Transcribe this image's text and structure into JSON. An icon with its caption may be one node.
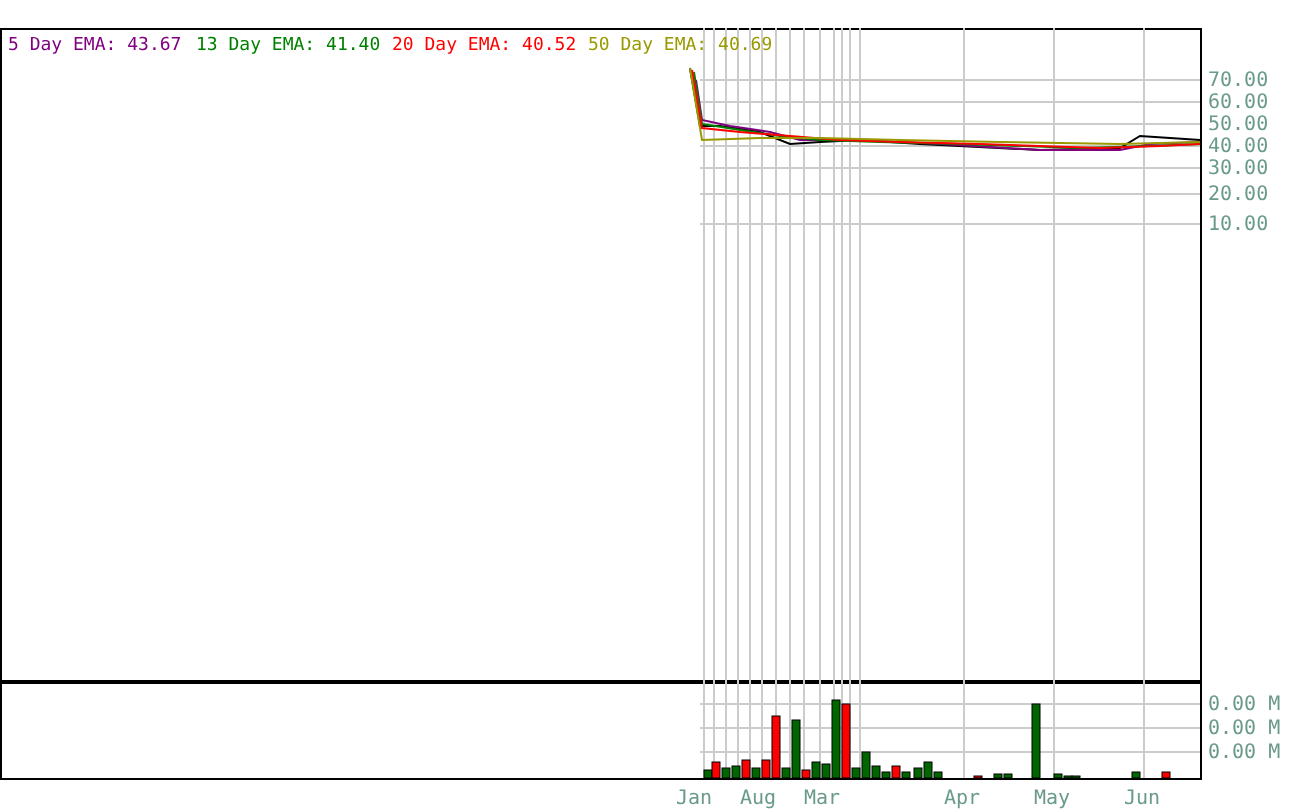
{
  "diagram": {
    "labels": [
      "70.00",
      "60.00",
      "50.00",
      "40.00",
      "30.00",
      "20.00",
      "10.00",
      "0.00 M",
      "0.00 M",
      "0.00 M",
      "Jan",
      "Aug",
      "Mar",
      "Apr",
      "May",
      "Jun"
    ],
    "legend": [
      {
        "text": "5 Day EMA: 43.67",
        "color": "#800080"
      },
      {
        "text": "13 Day EMA: 41.40",
        "color": "#008000"
      },
      {
        "text": "20 Day EMA: 40.52",
        "color": "#ff0000"
      },
      {
        "text": "50 Day EMA: 40.69",
        "color": "#999900"
      }
    ]
  }
}
